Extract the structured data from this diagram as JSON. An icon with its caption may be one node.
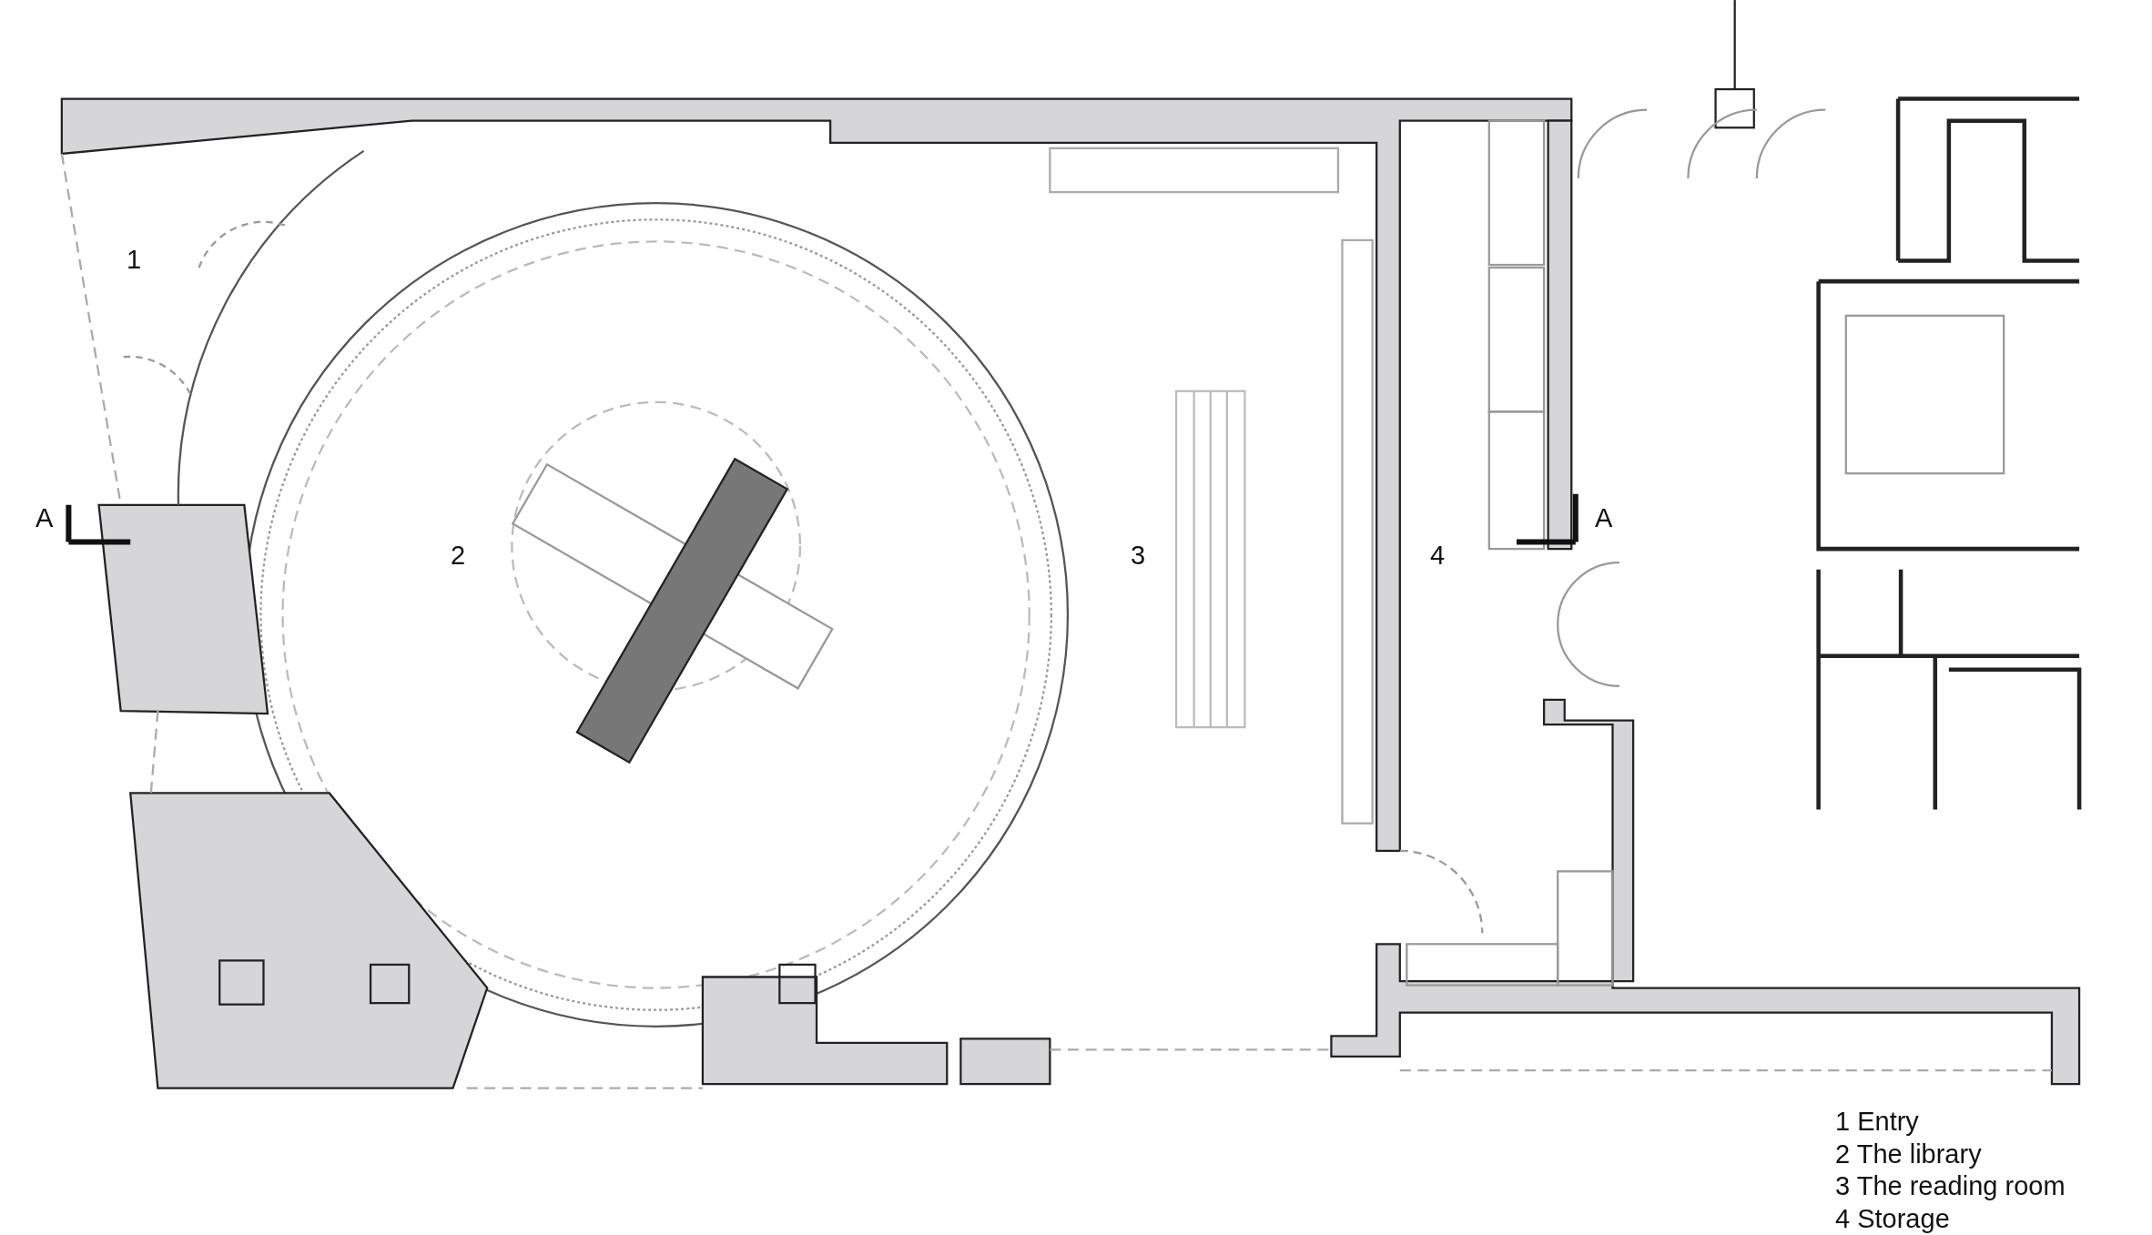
{
  "diagram": {
    "labels": [
      "1",
      "A",
      "2",
      "3",
      "4",
      "A",
      "1 Entry",
      "2 The library",
      "3 The reading room",
      "4 Storage"
    ]
  }
}
